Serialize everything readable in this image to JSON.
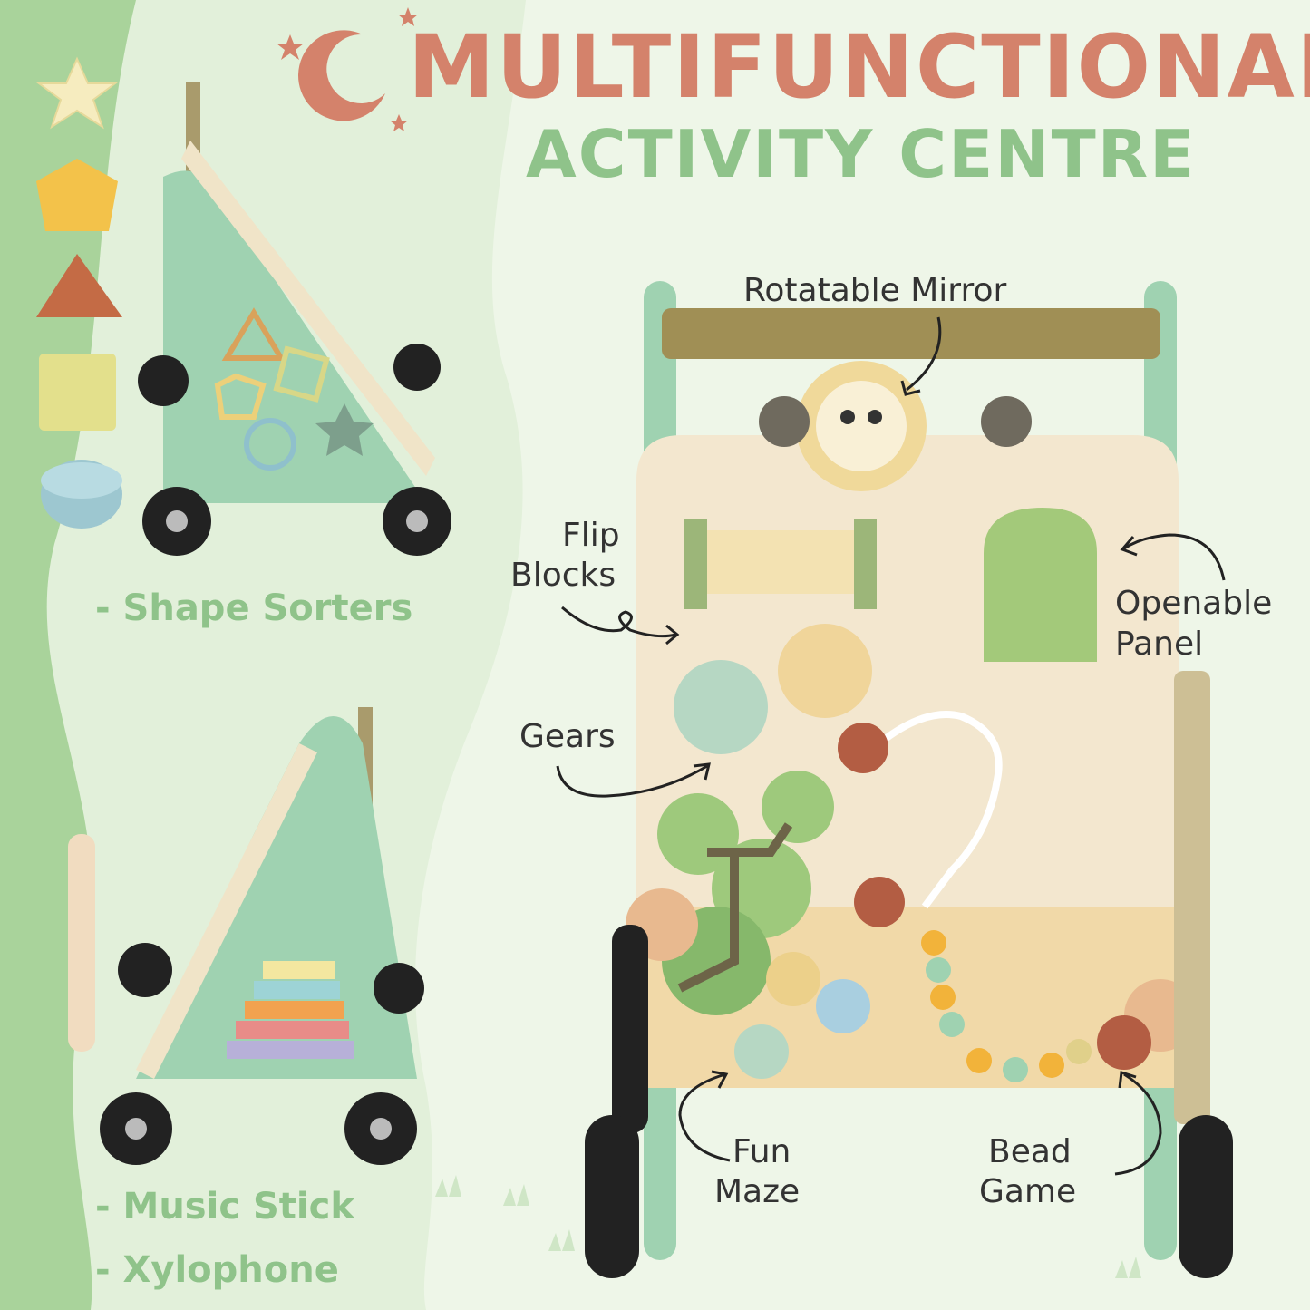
{
  "title": {
    "line1": "MULTIFUNCTIONAL",
    "line2": "ACTIVITY CENTRE"
  },
  "features": [
    "- Shape Sorters",
    "- Music Stick",
    "- Xylophone"
  ],
  "callouts": {
    "rotatable_mirror": "Rotatable Mirror",
    "flip_blocks_1": "Flip",
    "flip_blocks_2": "Blocks",
    "openable_panel_1": "Openable",
    "openable_panel_2": "Panel",
    "gears": "Gears",
    "fun_maze_1": "Fun",
    "fun_maze_2": "Maze",
    "bead_game_1": "Bead",
    "bead_game_2": "Game"
  },
  "colors": {
    "title_orange": "#d4826b",
    "title_green": "#8fc38a",
    "walker_green": "#9fd2b1",
    "board_cream": "#f3e7cf",
    "background": "#eef6e8"
  }
}
